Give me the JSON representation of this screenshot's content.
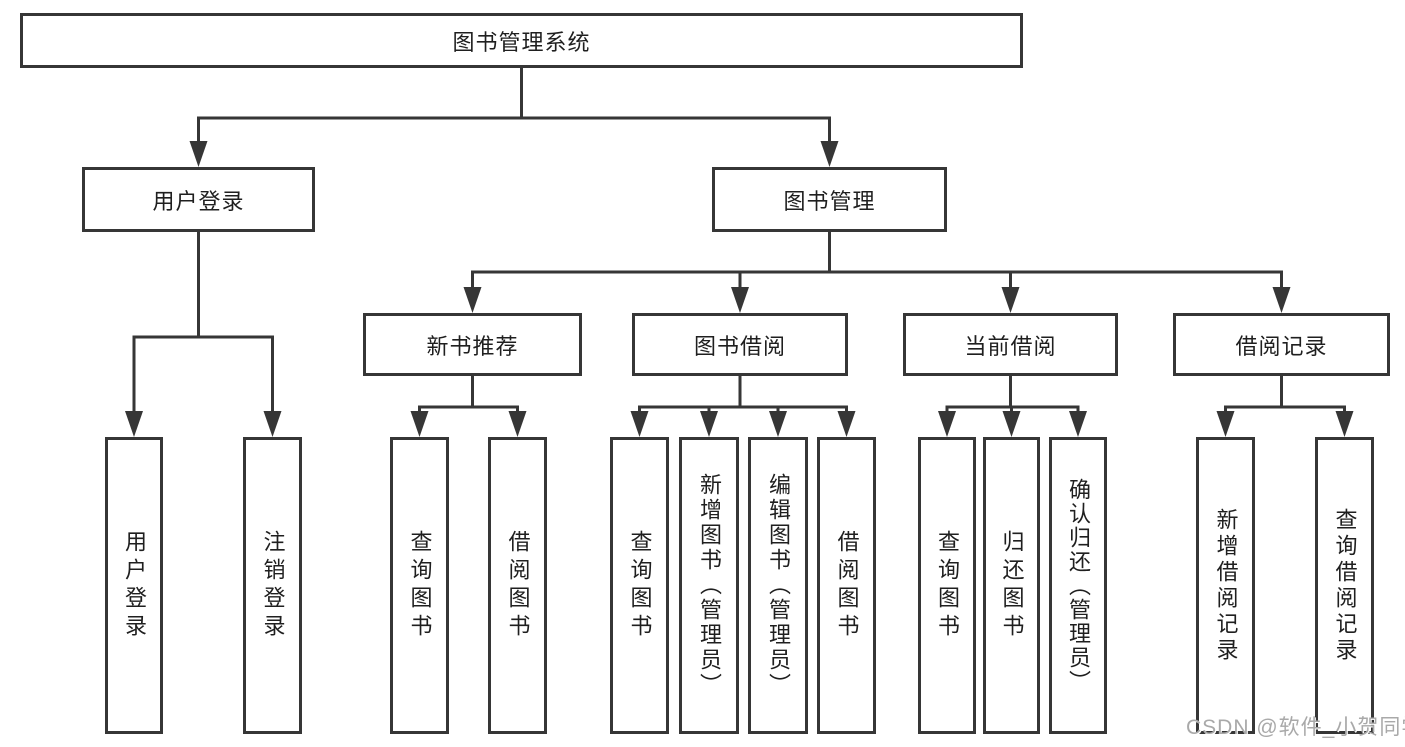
{
  "diagram_title": "图书管理系统",
  "nodes": {
    "root": {
      "label": "图书管理系统"
    },
    "user_login": {
      "label": "用户登录"
    },
    "book_mgmt": {
      "label": "图书管理"
    },
    "new_book_rec": {
      "label": "新书推荐"
    },
    "book_borrow": {
      "label": "图书借阅"
    },
    "current_borrow": {
      "label": "当前借阅"
    },
    "borrow_records": {
      "label": "借阅记录"
    },
    "leaf_user_login": {
      "label": "用户登录"
    },
    "leaf_logout": {
      "label": "注销登录"
    },
    "nbr_query_book": {
      "label": "查询图书"
    },
    "nbr_borrow_book": {
      "label": "借阅图书"
    },
    "bb_query_book": {
      "label": "查询图书"
    },
    "bb_add_book": {
      "label": "新增图书（管理员）"
    },
    "bb_edit_book": {
      "label": "编辑图书（管理员）"
    },
    "bb_borrow_book": {
      "label": "借阅图书"
    },
    "cb_query_book": {
      "label": "查询图书"
    },
    "cb_return_book": {
      "label": "归还图书"
    },
    "cb_confirm_return": {
      "label": "确认归还（管理员）"
    },
    "br_add_record": {
      "label": "新增借阅记录"
    },
    "br_query_record": {
      "label": "查询借阅记录"
    }
  },
  "hierarchy": {
    "图书管理系统": {
      "用户登录": [
        "用户登录",
        "注销登录"
      ],
      "图书管理": {
        "新书推荐": [
          "查询图书",
          "借阅图书"
        ],
        "图书借阅": [
          "查询图书",
          "新增图书（管理员）",
          "编辑图书（管理员）",
          "借阅图书"
        ],
        "当前借阅": [
          "查询图书",
          "归还图书",
          "确认归还（管理员）"
        ],
        "借阅记录": [
          "新增借阅记录",
          "查询借阅记录"
        ]
      }
    }
  },
  "watermark": "CSDN @软件_小贺同学",
  "colors": {
    "line": "#363636",
    "text": "#1f1f1f",
    "background": "#ffffff",
    "watermark": "#a9a9a9"
  }
}
